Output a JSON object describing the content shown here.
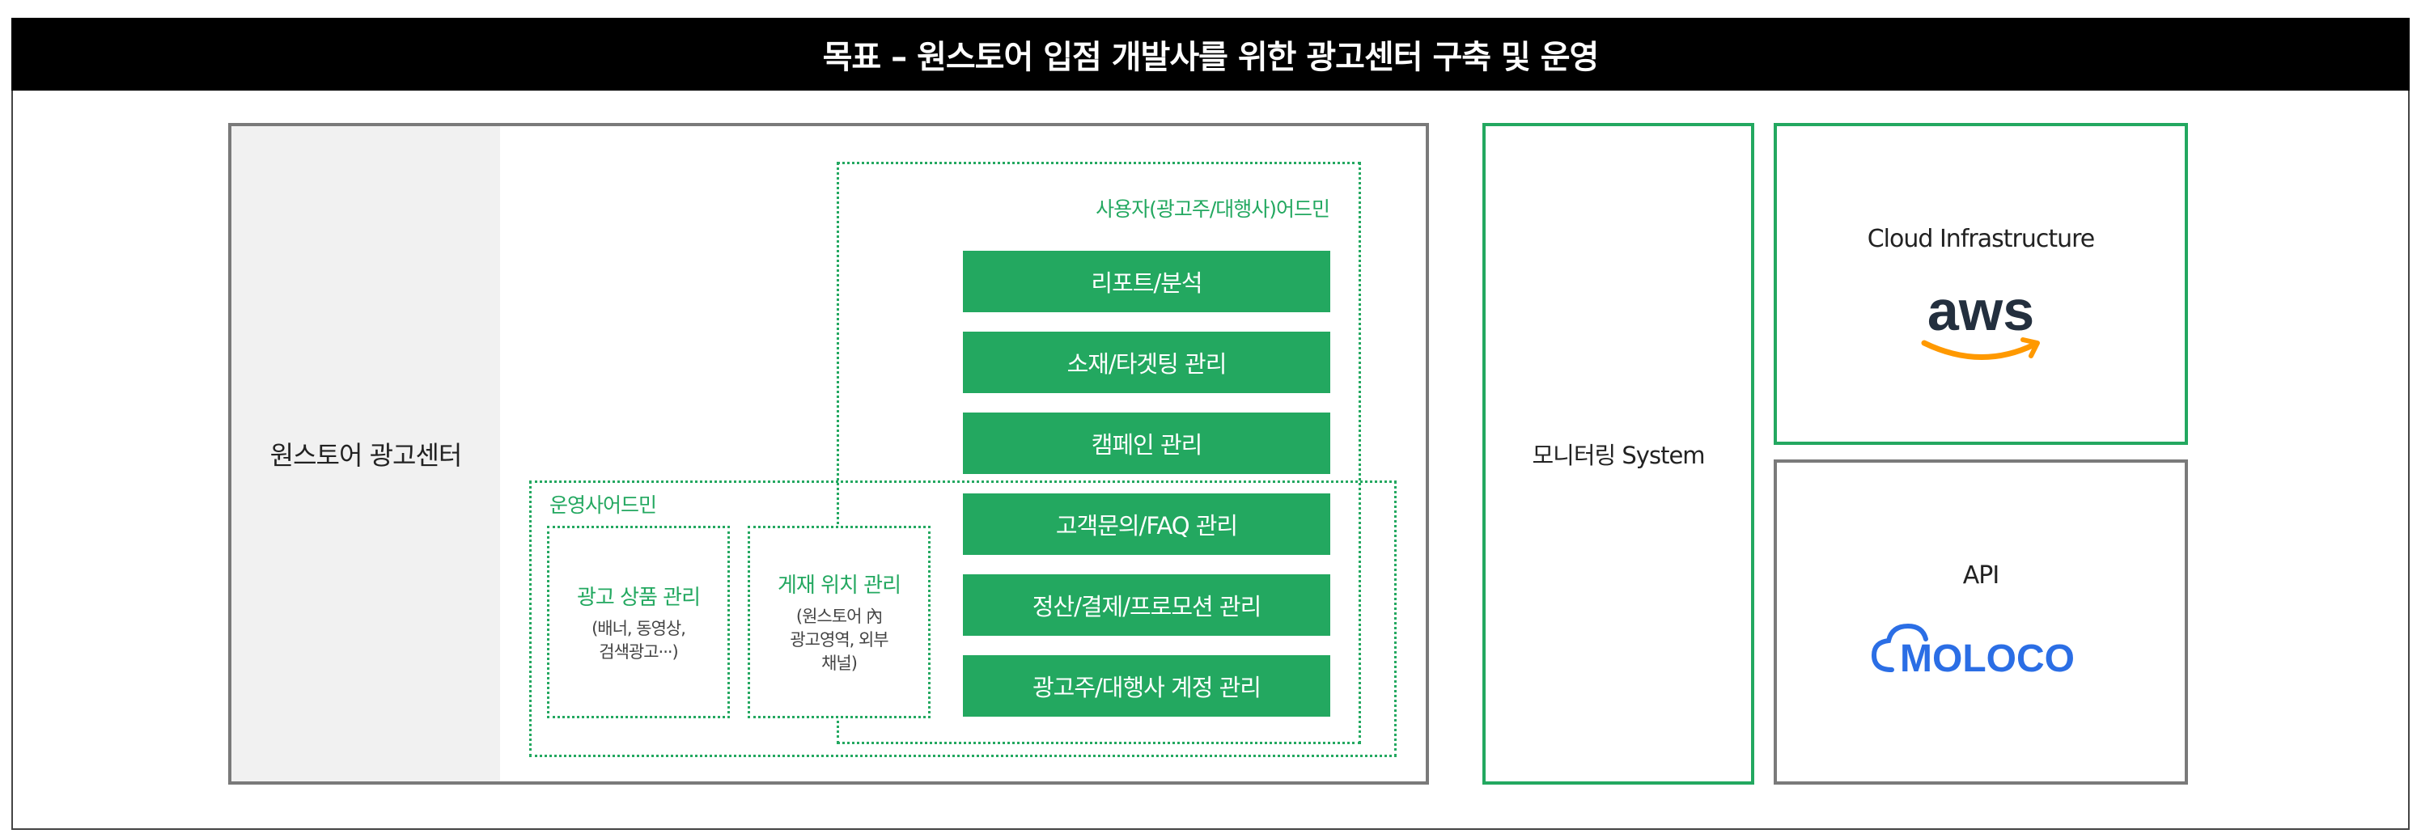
{
  "title": "목표 – 원스토어 입점 개발사를 위한 광고센터 구축 및 운영",
  "main": {
    "label": "원스토어 광고센터",
    "user_admin": {
      "label": "사용자(광고주/대행사)어드민",
      "items": [
        "리포트/분석",
        "소재/타겟팅 관리",
        "캠페인 관리"
      ]
    },
    "ops_admin": {
      "label": "운영사어드민",
      "items": [
        "고객문의/FAQ 관리",
        "정산/결제/프로모션 관리",
        "광고주/대행사 계정 관리"
      ],
      "ad_product": {
        "title": "광고 상품 관리",
        "desc_line1": "(배너, 동영상,",
        "desc_line2": "검색광고···)"
      },
      "placement": {
        "title": "게재 위치 관리",
        "desc_line1": "(원스토어 內",
        "desc_line2": "광고영역, 외부",
        "desc_line3": "채널)"
      }
    }
  },
  "monitoring": {
    "label": "모니터링 System"
  },
  "cloud": {
    "label": "Cloud Infrastructure",
    "logo_text": "aws",
    "logo_icon": "aws-logo",
    "accent": "#ff9900",
    "text_color": "#232f3e"
  },
  "api": {
    "label": "API",
    "logo_text": "MOLOCO",
    "logo_icon": "moloco-cloud-logo",
    "brand_color": "#2b6ee5"
  },
  "colors": {
    "green": "#23a860",
    "gray_border": "#7a7a7a",
    "side_gray": "#f1f1f1"
  }
}
